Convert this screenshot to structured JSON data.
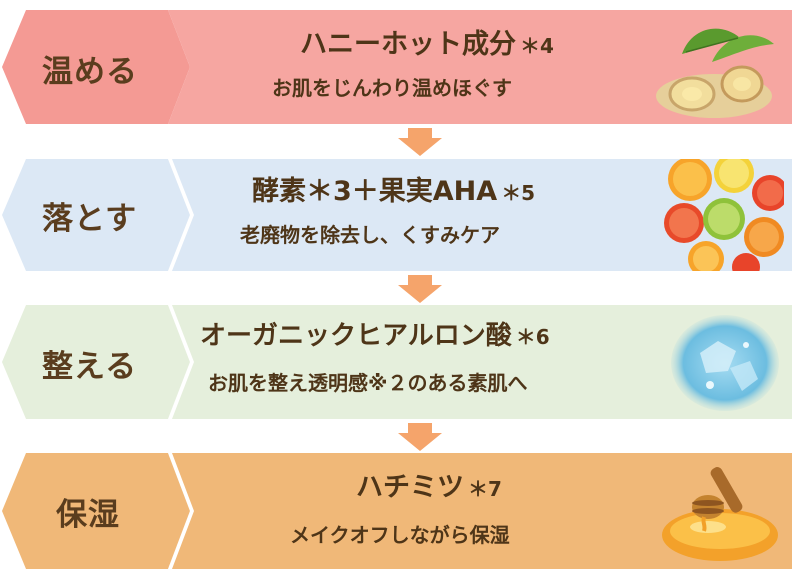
{
  "rows": [
    {
      "tag": "温める",
      "title": "ハニーホット成分",
      "note": "＊4",
      "subtitle": "お肌をじんわり温めほぐす",
      "image": "ginger-icon"
    },
    {
      "tag": "落とす",
      "title": "酵素＊3＋果実AHA",
      "note": "＊5",
      "subtitle": "老廃物を除去し、くすみケア",
      "image": "citrus-icon"
    },
    {
      "tag": "整える",
      "title": "オーガニックヒアルロン酸",
      "note": "＊6",
      "subtitle": "お肌を整え透明感※２のある素肌へ",
      "image": "ice-water-icon"
    },
    {
      "tag": "保湿",
      "title": "ハチミツ",
      "note": "＊7",
      "subtitle": "メイクオフしながら保湿",
      "image": "honey-icon"
    }
  ],
  "colors": {
    "row1_bg": "#f6a6a1",
    "row1_tag": "#f49a94",
    "row2_bg": "#dce8f5",
    "row2_tag": "#dce8f5",
    "row3_bg": "#e5efdc",
    "row3_tag": "#e5efdc",
    "row4_bg": "#f0b878",
    "row4_tag": "#f0b878",
    "arrow": "#f5a46b",
    "text": "#4e3518"
  }
}
